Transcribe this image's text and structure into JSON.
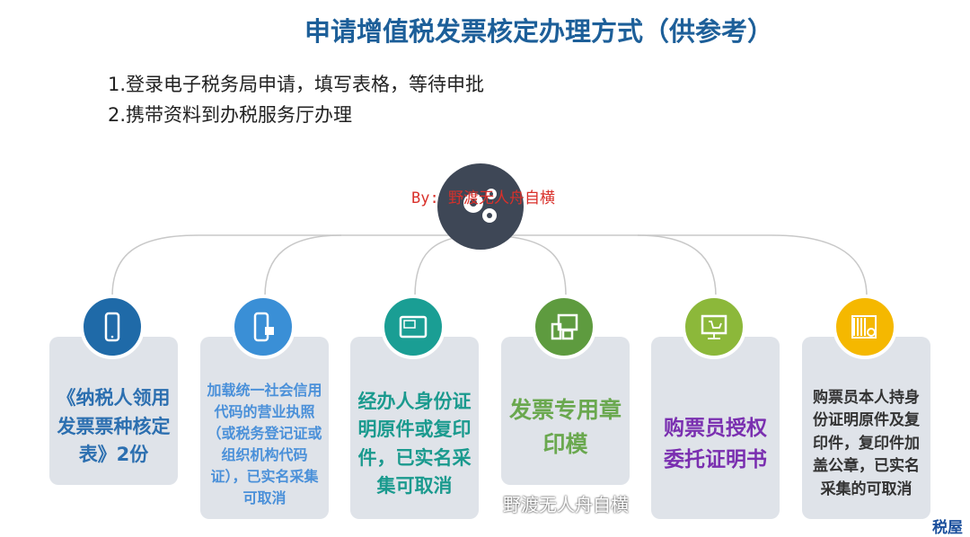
{
  "title": "申请增值税发票核定办理方式（供参考）",
  "methods": [
    "1.登录电子税务局申请，填写表格，等待申批",
    "2.携带资料到办税服务厅办理"
  ],
  "watermark": "By: 野渡无人舟自横",
  "items": [
    {
      "icon": "phone-icon",
      "color": "#1f6aa8",
      "text_color": "#2c6fb0",
      "text": "《纳税人领用发票票种核定表》2份"
    },
    {
      "icon": "phone-lock-icon",
      "color": "#3a8fd6",
      "text_color": "#4a90d9",
      "text": "加载统一社会信用代码的营业执照（或税务登记证或组织机构代码证），已实名采集可取消"
    },
    {
      "icon": "tablet-ad-icon",
      "color": "#1a9e94",
      "text_color": "#1a9a8e",
      "text": "经办人身份证明原件或复印件，已实名采集可取消"
    },
    {
      "icon": "devices-icon",
      "color": "#5e9b3f",
      "text_color": "#6aa84f",
      "text": "发票专用章印模"
    },
    {
      "icon": "monitor-cart-icon",
      "color": "#8cb83a",
      "text_color": "#7a2fb0",
      "text": "购票员授权委托证明书"
    },
    {
      "icon": "barcode-search-icon",
      "color": "#f5b800",
      "text_color": "#333333",
      "text": "购票员本人持身份证明原件及复印件，复印件加盖公章，已实名采集的可取消"
    }
  ],
  "footer": {
    "wechat": "野渡无人舟自横",
    "brand": "税屋"
  }
}
